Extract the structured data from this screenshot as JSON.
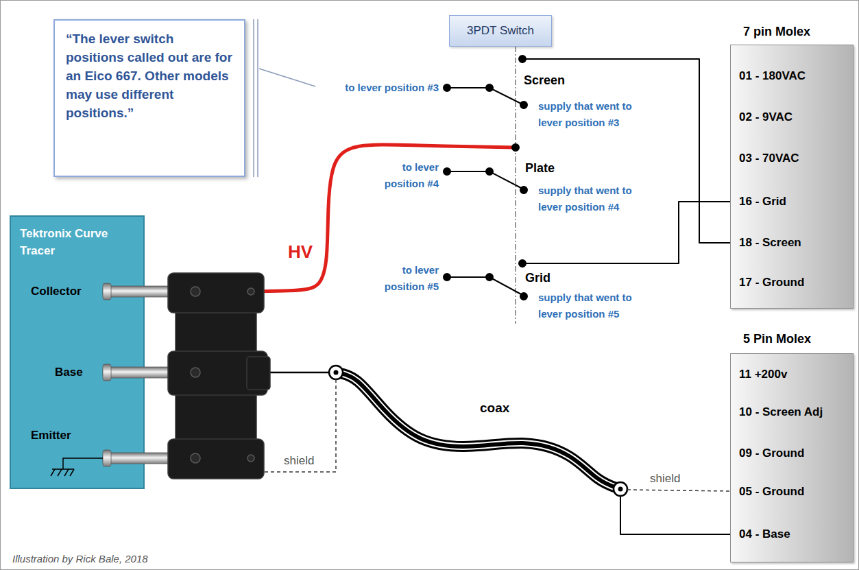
{
  "diagram": {
    "nodes": [
      {
        "text": [
          "“The lever switch positions called out are for an Eico 667. Other models may use different positions.”"
        ]
      },
      {
        "text": [
          "3PDT Switch"
        ]
      },
      {
        "text": [
          "Tektronix Curve Tracer",
          "Collector",
          "Base",
          "Emitter"
        ]
      },
      {
        "text": [
          "7 pin Molex",
          "01 - 180VAC",
          "02 - 9VAC",
          "03 - 70VAC",
          "16 - Grid",
          "18 - Screen",
          "17 - Ground"
        ]
      },
      {
        "text": [
          "5 Pin Molex",
          "11 +200v",
          "10 - Screen Adj",
          "09 - Ground",
          "05 - Ground",
          "04 - Base"
        ]
      }
    ],
    "edges": [
      {
        "from": 2,
        "to": 1,
        "arrow": "none",
        "label": "HV"
      },
      {
        "from": 1,
        "to": 3,
        "arrow": "none"
      },
      {
        "from": 1,
        "to": 3,
        "arrow": "none"
      },
      {
        "from": 2,
        "to": 4,
        "arrow": "none",
        "label": "coax"
      }
    ],
    "labels": [
      "to lever position #3",
      "Screen",
      "supply that went to lever position #3",
      "to lever position #4",
      "Plate",
      "supply that went to lever position #4",
      "to lever position #5",
      "Grid",
      "supply that went to lever position #5",
      "shield",
      "shield",
      "Illustration by Rick Bale, 2018"
    ]
  }
}
